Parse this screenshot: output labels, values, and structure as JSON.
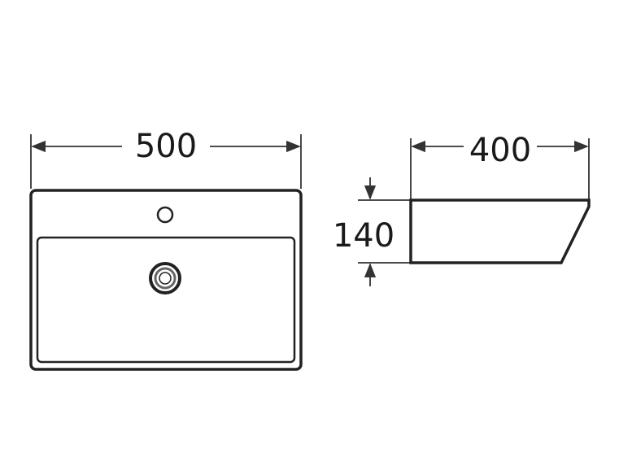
{
  "diagram": {
    "top_view": {
      "width_label": "500"
    },
    "side_view": {
      "depth_label": "400",
      "height_label": "140"
    },
    "colors": {
      "stroke": "#222222",
      "background": "#ffffff"
    }
  }
}
